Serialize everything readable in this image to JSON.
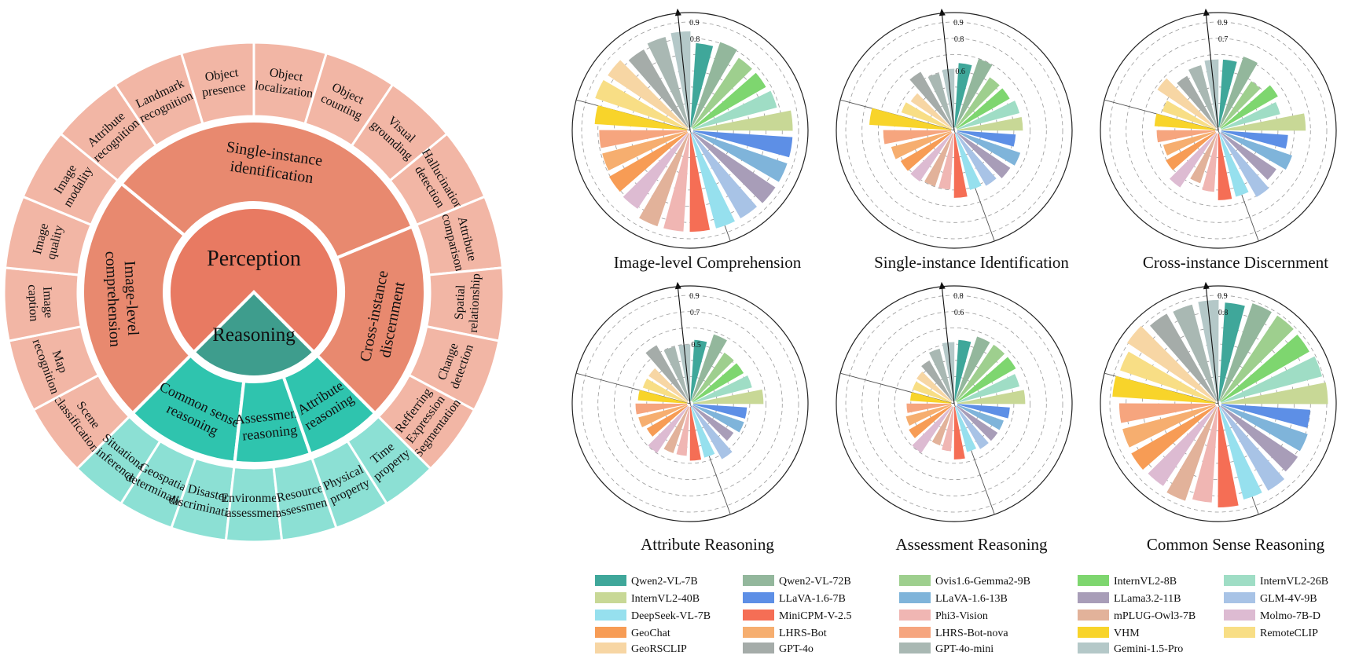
{
  "colors": {
    "perception_core": "#E87A62",
    "perception_mid": "#E8896F",
    "perception_outer": "#F2B6A5",
    "reasoning_core": "#3E9D8D",
    "reasoning_mid": "#2FC4AE",
    "reasoning_outer": "#8CE0D4"
  },
  "sunburst": {
    "core_top": "Perception",
    "core_bottom": "Reasoning",
    "perception_groups": [
      {
        "name": "Image-level comprehension",
        "lines": [
          "Image-level",
          "comprehension"
        ]
      },
      {
        "name": "Single-instance identification",
        "lines": [
          "Single-instance",
          "identification"
        ]
      },
      {
        "name": "Cross-instance discernment",
        "lines": [
          "Cross-instance",
          "discernment"
        ]
      }
    ],
    "reasoning_groups": [
      {
        "name": "Common sense reasoning",
        "lines": [
          "Common sense",
          "reasoning"
        ]
      },
      {
        "name": "Assessment reasoning",
        "lines": [
          "Assessment",
          "reasoning"
        ]
      },
      {
        "name": "Attribute reasoning",
        "lines": [
          "Attribute",
          "reasoning"
        ]
      }
    ],
    "perception_leaves": [
      {
        "group": 0,
        "lines": [
          "Scene",
          "classification"
        ]
      },
      {
        "group": 0,
        "lines": [
          "Map",
          "recognition"
        ]
      },
      {
        "group": 0,
        "lines": [
          "Image",
          "caption"
        ]
      },
      {
        "group": 0,
        "lines": [
          "Image",
          "quality"
        ]
      },
      {
        "group": 0,
        "lines": [
          "Image",
          "modality"
        ]
      },
      {
        "group": 1,
        "lines": [
          "Attribute",
          "recognition"
        ]
      },
      {
        "group": 1,
        "lines": [
          "Landmark",
          "recognition"
        ]
      },
      {
        "group": 1,
        "lines": [
          "Object",
          "presence"
        ]
      },
      {
        "group": 1,
        "lines": [
          "Object",
          "localization"
        ]
      },
      {
        "group": 1,
        "lines": [
          "Object",
          "counting"
        ]
      },
      {
        "group": 1,
        "lines": [
          "Visual",
          "grounding"
        ]
      },
      {
        "group": 1,
        "lines": [
          "Hallucination",
          "detection"
        ]
      },
      {
        "group": 2,
        "lines": [
          "Attribute",
          "comparison"
        ]
      },
      {
        "group": 2,
        "lines": [
          "Spatial",
          "relationship"
        ]
      },
      {
        "group": 2,
        "lines": [
          "Change",
          "detection"
        ]
      },
      {
        "group": 2,
        "lines": [
          "Refferring",
          "Expression",
          "Segmentation"
        ]
      }
    ],
    "reasoning_leaves": [
      {
        "group": 0,
        "lines": [
          "Situational",
          "inference"
        ]
      },
      {
        "group": 0,
        "lines": [
          "Geospatial",
          "determination"
        ]
      },
      {
        "group": 0,
        "lines": [
          "Disaster",
          "discrimination"
        ]
      },
      {
        "group": 1,
        "lines": [
          "Environment",
          "assessment"
        ]
      },
      {
        "group": 1,
        "lines": [
          "Resource",
          "assessment"
        ]
      },
      {
        "group": 2,
        "lines": [
          "Physical",
          "property"
        ]
      },
      {
        "group": 2,
        "lines": [
          "Time",
          "property"
        ]
      }
    ]
  },
  "legend": [
    {
      "name": "Qwen2-VL-7B",
      "color": "#3FA79A"
    },
    {
      "name": "Qwen2-VL-72B",
      "color": "#93B79C"
    },
    {
      "name": "Ovis1.6-Gemma2-9B",
      "color": "#9ECF8E"
    },
    {
      "name": "InternVL2-8B",
      "color": "#7ED66F"
    },
    {
      "name": "InternVL2-26B",
      "color": "#9FDDC5"
    },
    {
      "name": "InternVL2-40B",
      "color": "#C8D896"
    },
    {
      "name": "LLaVA-1.6-7B",
      "color": "#5D8FE6"
    },
    {
      "name": "LLaVA-1.6-13B",
      "color": "#7FB4DA"
    },
    {
      "name": "LLama3.2-11B",
      "color": "#A89DB8"
    },
    {
      "name": "GLM-4V-9B",
      "color": "#A8C3E6"
    },
    {
      "name": "DeepSeek-VL-7B",
      "color": "#96E0EE"
    },
    {
      "name": "MiniCPM-V-2.5",
      "color": "#F56E55"
    },
    {
      "name": "Phi3-Vision",
      "color": "#F0B6B3"
    },
    {
      "name": "mPLUG-Owl3-7B",
      "color": "#E2B29A"
    },
    {
      "name": "Molmo-7B-D",
      "color": "#DDBBD2"
    },
    {
      "name": "GeoChat",
      "color": "#F79C55"
    },
    {
      "name": "LHRS-Bot",
      "color": "#F6AE6F"
    },
    {
      "name": "LHRS-Bot-nova",
      "color": "#F6A57E"
    },
    {
      "name": "VHM",
      "color": "#F8D42A"
    },
    {
      "name": "RemoteCLIP",
      "color": "#F8DE85"
    },
    {
      "name": "GeoRSCLIP",
      "color": "#F7D6A4"
    },
    {
      "name": "GPT-4o",
      "color": "#A5ACA9"
    },
    {
      "name": "GPT-4o-mini",
      "color": "#A9B8B3"
    },
    {
      "name": "Gemini-1.5-Pro",
      "color": "#B4C8C8"
    }
  ],
  "chart_data": [
    {
      "type": "bar",
      "layout": "polar",
      "title": "Image-level Comprehension",
      "tick_labels": [
        "0.9",
        "0.8"
      ],
      "categories": [
        "Qwen2-VL-7B",
        "Qwen2-VL-72B",
        "Ovis1.6-Gemma2-9B",
        "InternVL2-8B",
        "InternVL2-26B",
        "InternVL2-40B",
        "LLaVA-1.6-7B",
        "LLaVA-1.6-13B",
        "LLama3.2-11B",
        "GLM-4V-9B",
        "DeepSeek-VL-7B",
        "MiniCPM-V-2.5",
        "Phi3-Vision",
        "mPLUG-Owl3-7B",
        "Molmo-7B-D",
        "GeoChat",
        "LHRS-Bot",
        "LHRS-Bot-nova",
        "VHM",
        "RemoteCLIP",
        "GeoRSCLIP",
        "GPT-4o",
        "GPT-4o-mini",
        "Gemini-1.5-Pro"
      ],
      "values": [
        0.72,
        0.77,
        0.72,
        0.72,
        0.74,
        0.85,
        0.85,
        0.85,
        0.85,
        0.84,
        0.84,
        0.84,
        0.84,
        0.84,
        0.78,
        0.77,
        0.75,
        0.75,
        0.79,
        0.83,
        0.82,
        0.77,
        0.8,
        0.82
      ],
      "rlim": [
        0,
        0.9
      ]
    },
    {
      "type": "bar",
      "layout": "polar",
      "title": "Single-instance Identification",
      "tick_labels": [
        "0.9",
        "0.8",
        "0.6"
      ],
      "categories": [
        "Qwen2-VL-7B",
        "Qwen2-VL-72B",
        "Ovis1.6-Gemma2-9B",
        "InternVL2-8B",
        "InternVL2-26B",
        "InternVL2-40B",
        "LLaVA-1.6-7B",
        "LLaVA-1.6-13B",
        "LLama3.2-11B",
        "GLM-4V-9B",
        "DeepSeek-VL-7B",
        "MiniCPM-V-2.5",
        "Phi3-Vision",
        "mPLUG-Owl3-7B",
        "Molmo-7B-D",
        "GeoChat",
        "LHRS-Bot",
        "LHRS-Bot-nova",
        "VHM",
        "RemoteCLIP",
        "GeoRSCLIP",
        "GPT-4o",
        "GPT-4o-mini",
        "Gemini-1.5-Pro"
      ],
      "values": [
        0.55,
        0.62,
        0.52,
        0.52,
        0.55,
        0.56,
        0.5,
        0.57,
        0.55,
        0.52,
        0.5,
        0.55,
        0.48,
        0.48,
        0.5,
        0.5,
        0.53,
        0.58,
        0.7,
        0.45,
        0.42,
        0.55,
        0.48,
        0.5
      ],
      "rlim": [
        0,
        0.9
      ]
    },
    {
      "type": "bar",
      "layout": "polar",
      "title": "Cross-instance Discernment",
      "tick_labels": [
        "0.9",
        "0.7"
      ],
      "categories": [
        "Qwen2-VL-7B",
        "Qwen2-VL-72B",
        "Ovis1.6-Gemma2-9B",
        "InternVL2-8B",
        "InternVL2-26B",
        "InternVL2-40B",
        "LLaVA-1.6-7B",
        "LLaVA-1.6-13B",
        "LLama3.2-11B",
        "GLM-4V-9B",
        "DeepSeek-VL-7B",
        "MiniCPM-V-2.5",
        "Phi3-Vision",
        "mPLUG-Owl3-7B",
        "Molmo-7B-D",
        "GeoChat",
        "LHRS-Bot",
        "LHRS-Bot-nova",
        "VHM",
        "RemoteCLIP",
        "GeoRSCLIP",
        "GPT-4o",
        "GPT-4o-mini",
        "Gemini-1.5-Pro"
      ],
      "values": [
        0.58,
        0.64,
        0.48,
        0.56,
        0.52,
        0.72,
        0.57,
        0.64,
        0.57,
        0.63,
        0.56,
        0.57,
        0.5,
        0.45,
        0.56,
        0.49,
        0.46,
        0.5,
        0.52,
        0.48,
        0.6,
        0.51,
        0.55,
        0.58
      ],
      "rlim": [
        0,
        0.9
      ]
    },
    {
      "type": "bar",
      "layout": "polar",
      "title": "Attribute Reasoning",
      "tick_labels": [
        "0.9",
        "0.7",
        "0.5"
      ],
      "categories": [
        "Qwen2-VL-7B",
        "Qwen2-VL-72B",
        "Ovis1.6-Gemma2-9B",
        "InternVL2-8B",
        "InternVL2-26B",
        "InternVL2-40B",
        "LLaVA-1.6-7B",
        "LLaVA-1.6-13B",
        "LLama3.2-11B",
        "GLM-4V-9B",
        "DeepSeek-VL-7B",
        "MiniCPM-V-2.5",
        "Phi3-Vision",
        "mPLUG-Owl3-7B",
        "Molmo-7B-D",
        "GeoChat",
        "LHRS-Bot",
        "LHRS-Bot-nova",
        "VHM",
        "RemoteCLIP",
        "GeoRSCLIP",
        "GPT-4o",
        "GPT-4o-mini",
        "Gemini-1.5-Pro"
      ],
      "values": [
        0.52,
        0.6,
        0.5,
        0.5,
        0.52,
        0.6,
        0.46,
        0.46,
        0.42,
        0.52,
        0.45,
        0.46,
        0.42,
        0.42,
        0.48,
        0.4,
        0.43,
        0.44,
        0.42,
        0.4,
        0.4,
        0.55,
        0.48,
        0.48
      ],
      "rlim": [
        0,
        0.9
      ]
    },
    {
      "type": "bar",
      "layout": "polar",
      "title": "Assessment Reasoning",
      "tick_labels": [
        "0.8",
        "0.6"
      ],
      "categories": [
        "Qwen2-VL-7B",
        "Qwen2-VL-72B",
        "Ovis1.6-Gemma2-9B",
        "InternVL2-8B",
        "InternVL2-26B",
        "InternVL2-40B",
        "LLaVA-1.6-7B",
        "LLaVA-1.6-13B",
        "LLama3.2-11B",
        "GLM-4V-9B",
        "DeepSeek-VL-7B",
        "MiniCPM-V-2.5",
        "Phi3-Vision",
        "mPLUG-Owl3-7B",
        "Molmo-7B-D",
        "GeoChat",
        "LHRS-Bot",
        "LHRS-Bot-nova",
        "VHM",
        "RemoteCLIP",
        "GeoRSCLIP",
        "GPT-4o",
        "GPT-4o-mini",
        "Gemini-1.5-Pro"
      ],
      "values": [
        0.52,
        0.58,
        0.58,
        0.58,
        0.55,
        0.58,
        0.45,
        0.42,
        0.42,
        0.42,
        0.4,
        0.45,
        0.38,
        0.35,
        0.48,
        0.42,
        0.4,
        0.38,
        0.35,
        0.35,
        0.36,
        0.4,
        0.46,
        0.5
      ],
      "rlim": [
        0,
        0.9
      ]
    },
    {
      "type": "bar",
      "layout": "polar",
      "title": "Common Sense Reasoning",
      "tick_labels": [
        "0.9",
        "0.8"
      ],
      "categories": [
        "Qwen2-VL-7B",
        "Qwen2-VL-72B",
        "Ovis1.6-Gemma2-9B",
        "InternVL2-8B",
        "InternVL2-26B",
        "InternVL2-40B",
        "LLaVA-1.6-7B",
        "LLaVA-1.6-13B",
        "LLama3.2-11B",
        "GLM-4V-9B",
        "DeepSeek-VL-7B",
        "MiniCPM-V-2.5",
        "Phi3-Vision",
        "mPLUG-Owl3-7B",
        "Molmo-7B-D",
        "GeoChat",
        "LHRS-Bot",
        "LHRS-Bot-nova",
        "VHM",
        "RemoteCLIP",
        "GeoRSCLIP",
        "GPT-4o",
        "GPT-4o-mini",
        "Gemini-1.5-Pro"
      ],
      "values": [
        0.84,
        0.88,
        0.88,
        0.87,
        0.89,
        0.91,
        0.76,
        0.78,
        0.79,
        0.83,
        0.82,
        0.86,
        0.82,
        0.85,
        0.82,
        0.83,
        0.82,
        0.82,
        0.88,
        0.86,
        0.91,
        0.86,
        0.85,
        0.86
      ],
      "rlim": [
        0,
        0.9
      ]
    }
  ]
}
